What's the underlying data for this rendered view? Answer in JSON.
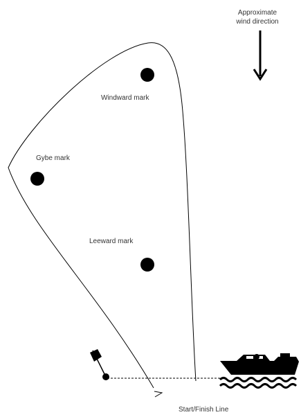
{
  "wind": {
    "label_line1": "Approximate",
    "label_line2": "wind direction",
    "icon": "down-arrow-icon"
  },
  "marks": {
    "windward": "Windward mark",
    "gybe": "Gybe mark",
    "leeward": "Leeward mark"
  },
  "start_finish": {
    "label": "Start/Finish Line",
    "pin_icon": "flag-icon",
    "committee_icon": "motorboat-icon"
  },
  "colors": {
    "ink": "#000000",
    "text": "#333333",
    "background": "#ffffff"
  }
}
